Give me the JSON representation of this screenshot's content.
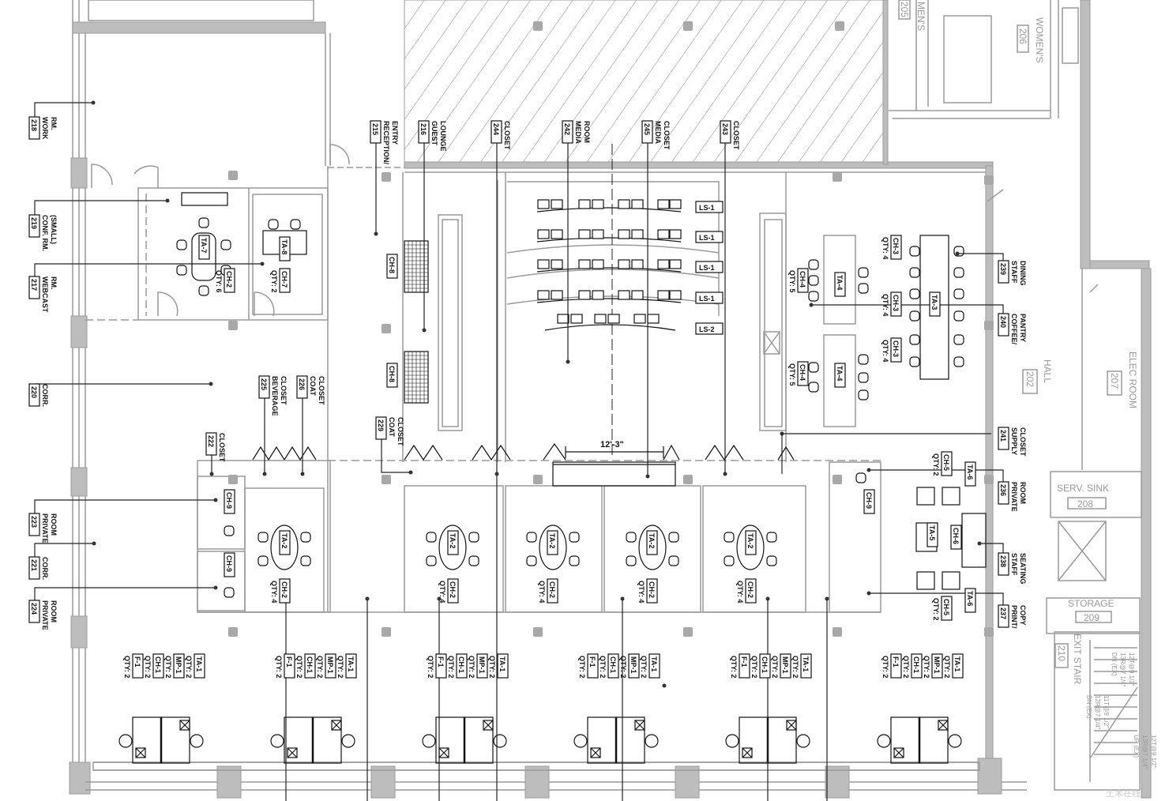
{
  "plan": {
    "dimension_label": "12'-3\"",
    "watermark": "土木在线"
  },
  "room_tags": [
    {
      "number": "218",
      "name": [
        "WORK",
        "RM."
      ]
    },
    {
      "number": "219",
      "name": [
        "CONF. RM.",
        "(SMALL)"
      ]
    },
    {
      "number": "217",
      "name": [
        "WEBCAST",
        "RM."
      ]
    },
    {
      "number": "220",
      "name": [
        "CORR."
      ]
    },
    {
      "number": "223",
      "name": [
        "PRIVATE",
        "ROOM"
      ]
    },
    {
      "number": "221",
      "name": [
        "CORR."
      ]
    },
    {
      "number": "224",
      "name": [
        "PRIVATE",
        "ROOM"
      ]
    },
    {
      "number": "215",
      "name": [
        "RECEPTION/",
        "ENTRY"
      ]
    },
    {
      "number": "216",
      "name": [
        "GUEST",
        "LOUNGE"
      ]
    },
    {
      "number": "244",
      "name": [
        "CLOSET"
      ]
    },
    {
      "number": "242",
      "name": [
        "MEDIA",
        "ROOM"
      ]
    },
    {
      "number": "245",
      "name": [
        "MEDIA",
        "CLOSET"
      ]
    },
    {
      "number": "243",
      "name": [
        "CLOSET"
      ]
    },
    {
      "number": "225",
      "name": [
        "BEVERAGE",
        "CLOSET"
      ]
    },
    {
      "number": "226",
      "name": [
        "COAT",
        "CLOSET"
      ]
    },
    {
      "number": "229",
      "name": [
        "COAT",
        "CLOSET"
      ]
    },
    {
      "number": "222",
      "name": [
        "CLOSET"
      ]
    },
    {
      "number": "239",
      "name": [
        "STAFF",
        "DINING"
      ]
    },
    {
      "number": "240",
      "name": [
        "COFFEE/",
        "PANTRY"
      ]
    },
    {
      "number": "241",
      "name": [
        "SUPPLY",
        "CLOSET"
      ]
    },
    {
      "number": "236",
      "name": [
        "PRIVATE",
        "ROOM"
      ]
    },
    {
      "number": "238",
      "name": [
        "STAFF",
        "SEATING"
      ]
    },
    {
      "number": "237",
      "name": [
        "PRINT/",
        "COPY"
      ]
    }
  ],
  "existing_rooms": [
    {
      "number": "202",
      "name": "HALL"
    },
    {
      "number": "207",
      "name": "ELEC ROOM"
    },
    {
      "number": "208",
      "name": "SERV. SINK"
    },
    {
      "number": "209",
      "name": "STORAGE"
    },
    {
      "number": "210",
      "name": "EXIT STAIR"
    },
    {
      "number": "206",
      "name": "WOMEN'S"
    },
    {
      "number": "205",
      "name": "MEN'S"
    }
  ],
  "stair_notes": [
    {
      "lines": [
        "DN (EX)",
        "13R@7 1/4\"",
        "12T@9 1/2\""
      ]
    },
    {
      "lines": [
        "DN (EX)",
        "12R@7 1/4\"",
        "11T@9 1/2\""
      ]
    },
    {
      "lines": [
        "UP (EX)",
        "13R@7 1/4\"",
        "12T@9 1/2\""
      ]
    }
  ],
  "furniture_tags": [
    {
      "code": "TA-7"
    },
    {
      "code": "CH-2",
      "qty": "QTY: 6"
    },
    {
      "code": "TA-8"
    },
    {
      "code": "CH-7",
      "qty": "QTY: 2"
    },
    {
      "code": "CH-8"
    },
    {
      "code": "CH-8"
    },
    {
      "code": "LS-1"
    },
    {
      "code": "LS-1"
    },
    {
      "code": "LS-1"
    },
    {
      "code": "LS-1"
    },
    {
      "code": "LS-2"
    },
    {
      "code": "CH-4",
      "qty": "QTY: 5"
    },
    {
      "code": "TA-4"
    },
    {
      "code": "CH-4",
      "qty": "QTY: 5"
    },
    {
      "code": "TA-4"
    },
    {
      "code": "CH-3",
      "qty": "QTY: 4"
    },
    {
      "code": "CH-3",
      "qty": "QTY: 4"
    },
    {
      "code": "CH-3",
      "qty": "QTY: 4"
    },
    {
      "code": "TA-3"
    },
    {
      "code": "CH-9"
    },
    {
      "code": "CH-9"
    },
    {
      "code": "TA-2"
    },
    {
      "code": "TA-2"
    },
    {
      "code": "TA-2"
    },
    {
      "code": "TA-2"
    },
    {
      "code": "TA-2"
    },
    {
      "code": "CH-2",
      "qty": "QTY: 4"
    },
    {
      "code": "CH-2",
      "qty": "QTY: 4"
    },
    {
      "code": "CH-2",
      "qty": "QTY: 4"
    },
    {
      "code": "CH-2",
      "qty": "QTY: 4"
    },
    {
      "code": "CH-2",
      "qty": "QTY: 4"
    },
    {
      "code": "CH-9"
    },
    {
      "code": "CH-5",
      "qty": "QTY: 2"
    },
    {
      "code": "TA-6"
    },
    {
      "code": "TA-5"
    },
    {
      "code": "CH-6"
    },
    {
      "code": "TA-6"
    },
    {
      "code": "CH-5",
      "qty": "QTY: 2"
    }
  ],
  "workstations": [
    {
      "tags": [
        {
          "code": "F-1",
          "qty": "QTY: 2"
        },
        {
          "code": "CH-1",
          "qty": "QTY: 2"
        },
        {
          "code": "MP-1",
          "qty": "QTY: 2"
        },
        {
          "code": "TA-1",
          "qty": "QTY: 2"
        }
      ]
    },
    {
      "tags": [
        {
          "code": "F-1",
          "qty": "QTY: 2"
        },
        {
          "code": "CH-1",
          "qty": "QTY: 2"
        },
        {
          "code": "MP-1",
          "qty": "QTY: 2"
        },
        {
          "code": "TA-1",
          "qty": "QTY: 2"
        }
      ]
    },
    {
      "tags": [
        {
          "code": "F-1",
          "qty": "QTY: 2"
        },
        {
          "code": "CH-1",
          "qty": "QTY: 2"
        },
        {
          "code": "MP-1",
          "qty": "QTY: 2"
        },
        {
          "code": "TA-1",
          "qty": "QTY: 2"
        }
      ]
    },
    {
      "tags": [
        {
          "code": "F-1",
          "qty": "QTY: 2"
        },
        {
          "code": "CH-1",
          "qty": "QTY: 2"
        },
        {
          "code": "MP-1",
          "qty": "QTY: 2"
        },
        {
          "code": "TA-1",
          "qty": "QTY: 2"
        }
      ]
    },
    {
      "tags": [
        {
          "code": "F-1",
          "qty": "QTY: 2"
        },
        {
          "code": "CH-1",
          "qty": "QTY: 2"
        },
        {
          "code": "MP-1",
          "qty": "QTY: 2"
        },
        {
          "code": "TA-1",
          "qty": "QTY: 2"
        }
      ]
    },
    {
      "tags": [
        {
          "code": "F-1",
          "qty": "QTY: 2"
        },
        {
          "code": "CH-1",
          "qty": "QTY: 2"
        },
        {
          "code": "MP-1",
          "qty": "QTY: 2"
        },
        {
          "code": "TA-1",
          "qty": "QTY: 2"
        }
      ]
    }
  ]
}
